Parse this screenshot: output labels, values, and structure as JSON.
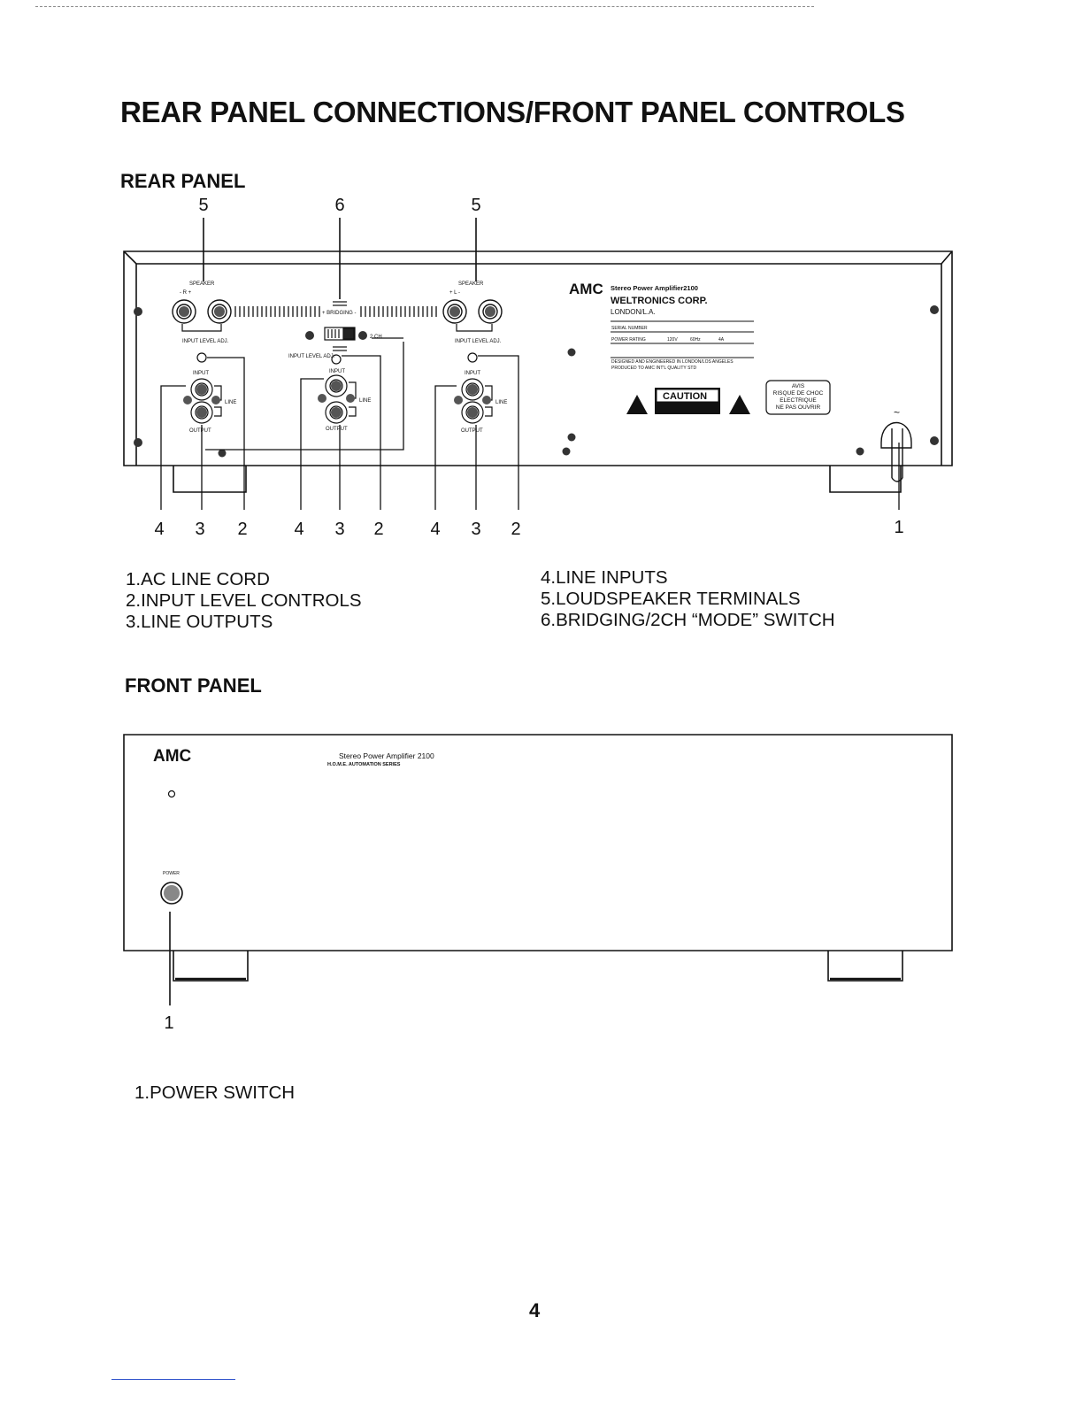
{
  "page": {
    "title": "REAR PANEL CONNECTIONS/FRONT PANEL CONTROLS",
    "page_number": "4"
  },
  "rear_panel": {
    "heading": "REAR PANEL",
    "callouts_top": [
      "5",
      "6",
      "5"
    ],
    "callouts_bottom": [
      "4",
      "3",
      "2",
      "4",
      "3",
      "2",
      "4",
      "3",
      "2",
      "1"
    ],
    "labels": {
      "speaker_r": "SPEAKER",
      "speaker_r_polarity": "-   R   +",
      "speaker_l": "SPEAKER",
      "speaker_l_polarity": "+   L   -",
      "bridging": "+ BRIDGING -",
      "two_ch": "2 CH",
      "input_level_adj": "INPUT LEVEL ADJ.",
      "input": "INPUT",
      "line": "LINE",
      "output": "OUTPUT"
    },
    "nameplate": {
      "brand": "AMC",
      "model": "Stereo Power Amplifier2100",
      "company": "WELTRONICS CORP.",
      "location": "LONDON/L.A.",
      "serial_number_label": "SERIAL NUMBER",
      "power_rating_label": "POWER RATING",
      "voltage": "120V",
      "frequency": "60Hz",
      "current": "4A",
      "designed": "DESIGNED AND ENGINEERED IN LONDON/LOS ANGELES",
      "produced": "PRODUCED TO AMC INT'L QUALITY STD"
    },
    "caution_label": "CAUTION",
    "warning_box": [
      "AVIS",
      "RISQUE DE CHOC",
      "ELECTRIQUE",
      "NE PAS OUVRIR"
    ],
    "ac_symbol": "~"
  },
  "rear_legend": {
    "left": [
      "1.AC LINE CORD",
      "2.INPUT LEVEL CONTROLS",
      "3.LINE OUTPUTS"
    ],
    "right": [
      "4.LINE INPUTS",
      "5.LOUDSPEAKER TERMINALS",
      "6.BRIDGING/2CH “MODE” SWITCH"
    ]
  },
  "front_panel": {
    "heading": "FRONT PANEL",
    "brand": "AMC",
    "model": "Stereo Power Amplifier 2100",
    "series": "H.O.M.E. AUTOMATION SERIES",
    "power_label": "POWER",
    "callout": "1"
  },
  "front_legend": [
    "1.POWER SWITCH"
  ]
}
